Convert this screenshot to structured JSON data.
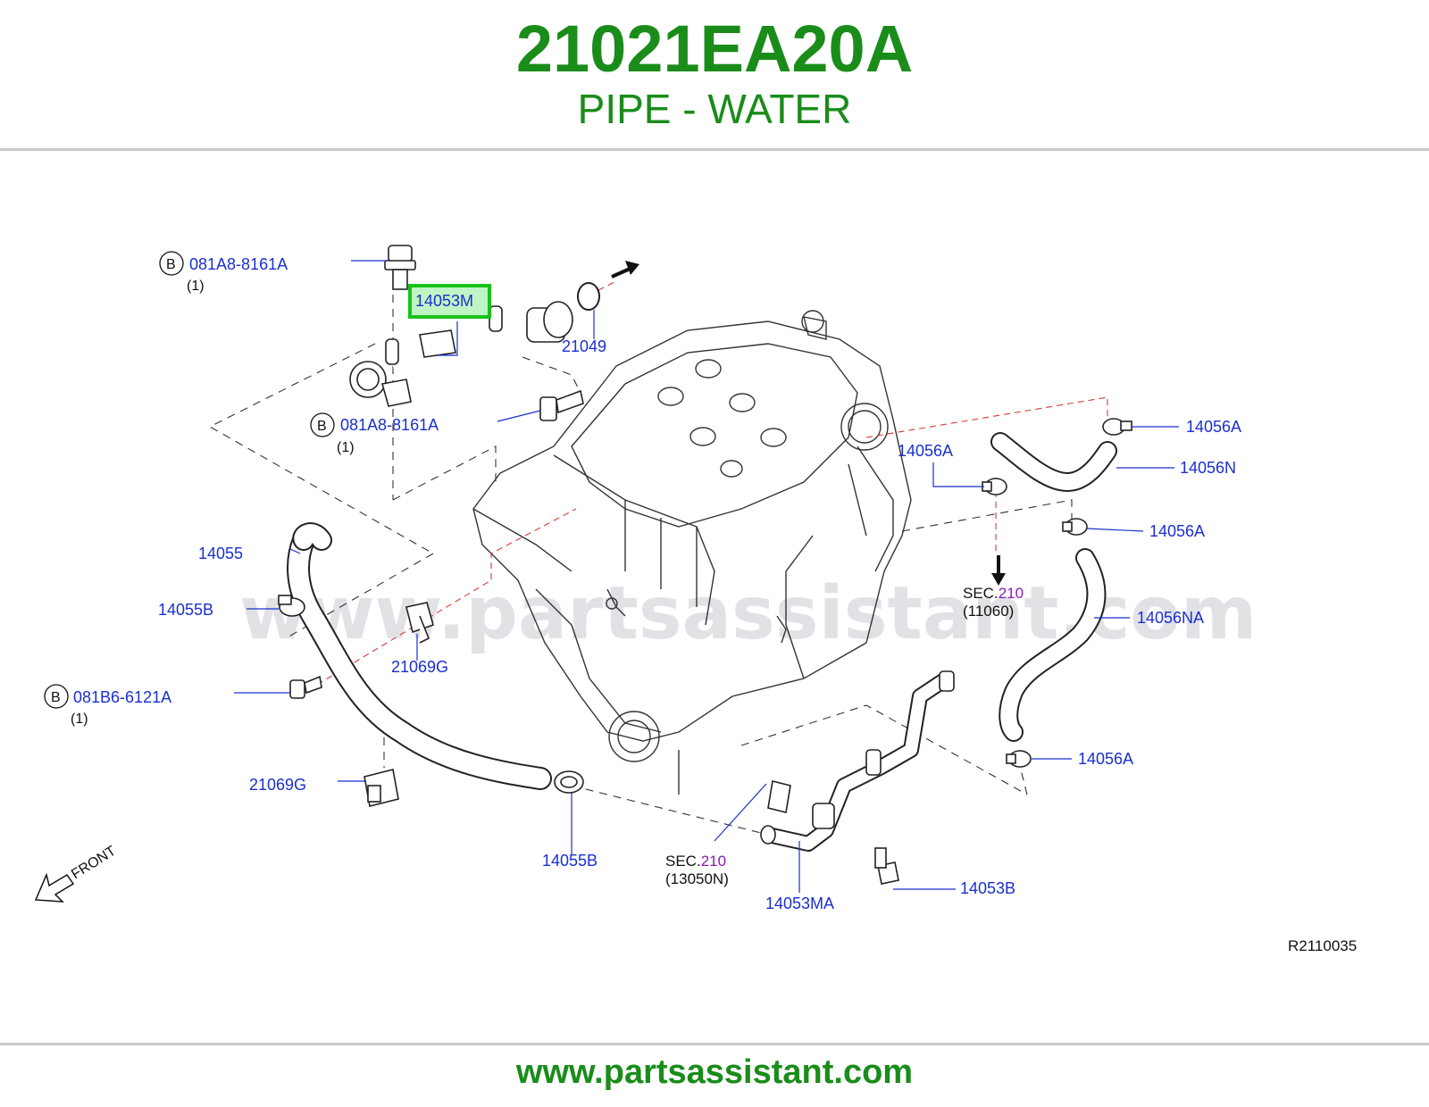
{
  "header": {
    "part_number": "21021EA20A",
    "part_name": "PIPE - WATER"
  },
  "watermark": "www.partsassistant.com",
  "footer": {
    "url": "www.partsassistant.com"
  },
  "diagram": {
    "ref_code": "R2110035",
    "front_label": "FRONT",
    "bolt_marker": "B",
    "callouts": {
      "bolt_top": "081A8-8161A",
      "bolt_top_qty": "(1)",
      "pipe_highlight": "14053M",
      "oring": "21049",
      "bolt_mid": "081A8-8161A",
      "bolt_mid_qty": "(1)",
      "hose_left": "14055",
      "clamp_left": "14055B",
      "clip_mid": "21069G",
      "bolt_low": "081B6-6121A",
      "bolt_low_qty": "(1)",
      "clip_low": "21069G",
      "clamp_bottom": "14055B",
      "sec_left_prefix": "SEC.",
      "sec_left_num": "210",
      "sec_left_code": "(13050N)",
      "pipe_bottom": "14053MA",
      "bolt_bottom": "14053B",
      "clamp_r1": "14056A",
      "hose_r1": "14056N",
      "clamp_r2": "14056A",
      "clamp_r3": "14056A",
      "hose_r2": "14056NA",
      "clamp_r4": "14056A",
      "sec_right_prefix": "SEC.",
      "sec_right_num": "210",
      "sec_right_code": "(11060)"
    },
    "colors": {
      "title": "#1a8c1a",
      "label": "#1a2fd0",
      "highlight": "#19c219",
      "section_number": "#8a1ab0",
      "dashed_red": "#d63a3a"
    }
  }
}
